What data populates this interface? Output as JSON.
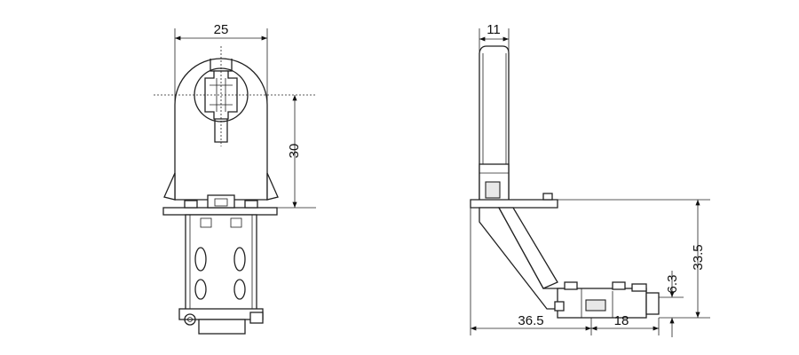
{
  "dimensions": {
    "front_width": "25",
    "front_height": "30",
    "side_thickness": "11",
    "side_height": "33.5",
    "side_foot_height": "6.3",
    "side_depth": "36.5",
    "side_foot_width": "18"
  },
  "colors": {
    "line": "#222222",
    "background": "#ffffff"
  }
}
